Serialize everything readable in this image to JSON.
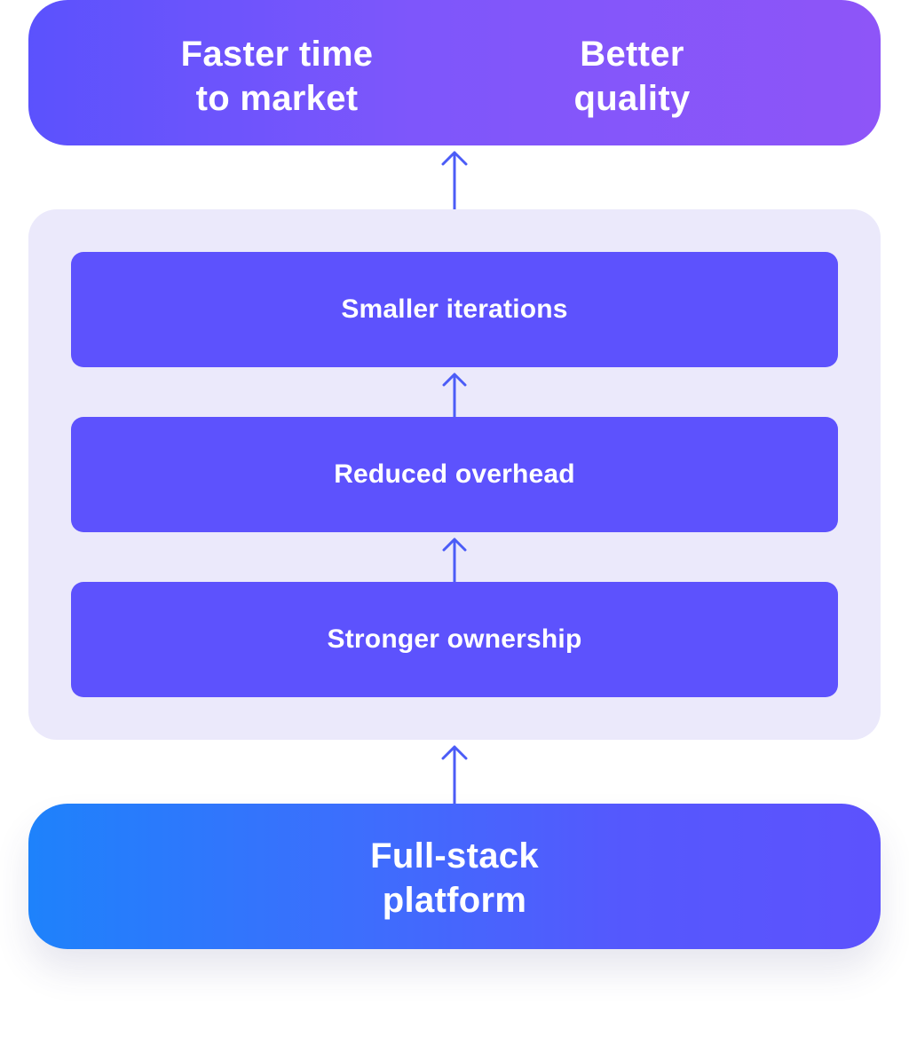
{
  "outcomes": {
    "left": "Faster time\nto market",
    "right": "Better\nquality"
  },
  "practices": [
    {
      "label": "Smaller iterations"
    },
    {
      "label": "Reduced overhead"
    },
    {
      "label": "Stronger ownership"
    }
  ],
  "platform": {
    "label": "Full-stack\nplatform"
  },
  "colors": {
    "accent": "#5d52fd",
    "accent_purple": "#8e55f8",
    "accent_blue": "#1e82fb",
    "panel_bg": "#ebe9fb",
    "arrow": "#4b5cf7"
  },
  "icons": [
    "arrow-up-icon"
  ]
}
